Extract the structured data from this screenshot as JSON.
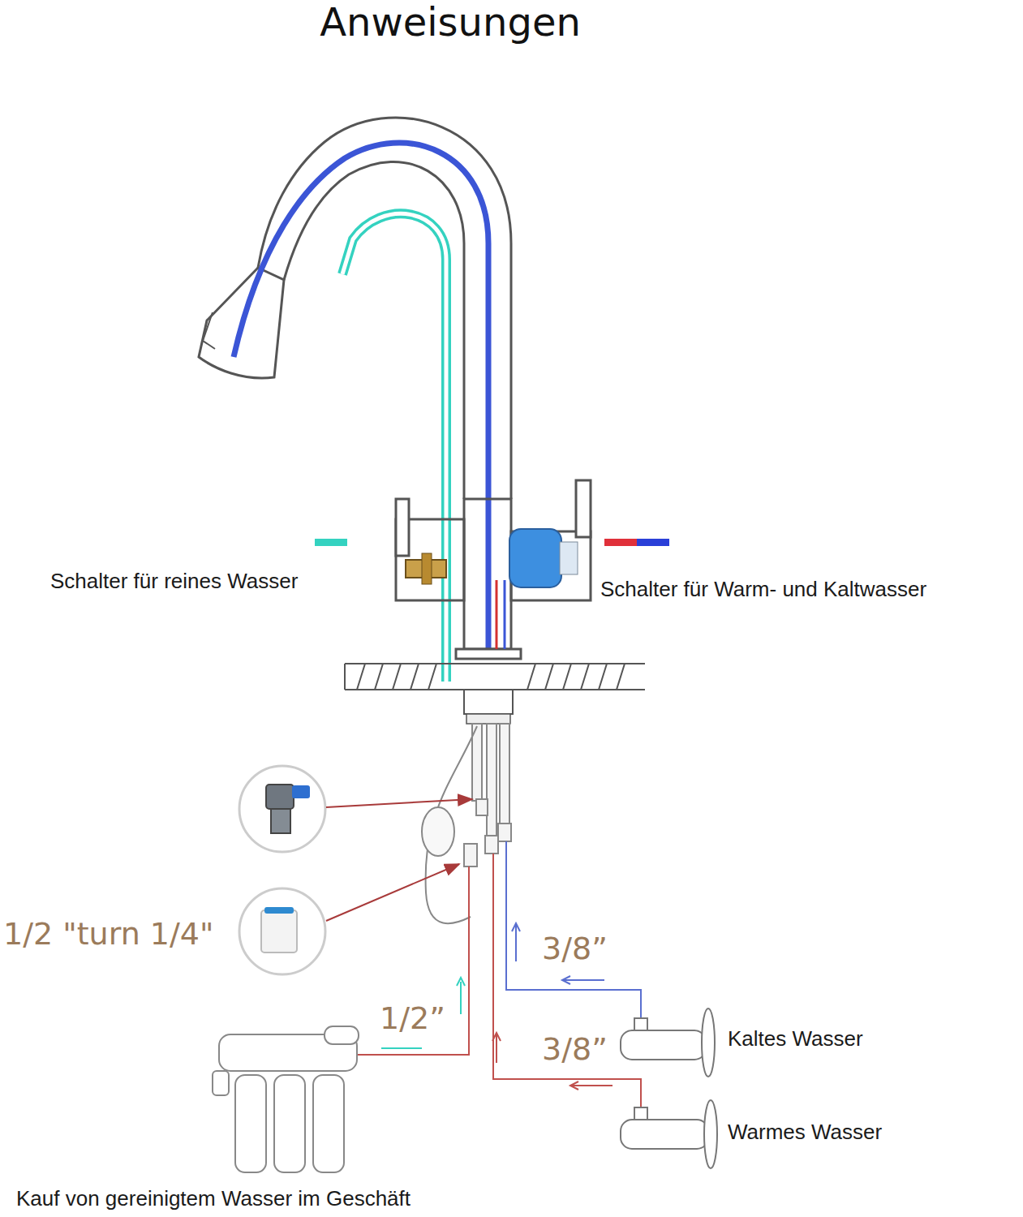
{
  "diagram": {
    "title": "Anweisungen",
    "labels": [
      "Schalter für reines Wasser",
      "Schalter für Warm- und Kaltwasser",
      "1/2 \"turn 1/4\"",
      "3/8”",
      "1/2”",
      "3/8”",
      "Kaltes Wasser",
      "Warmes Wasser",
      "Kauf von gereinigtem Wasser im Geschäft"
    ]
  }
}
